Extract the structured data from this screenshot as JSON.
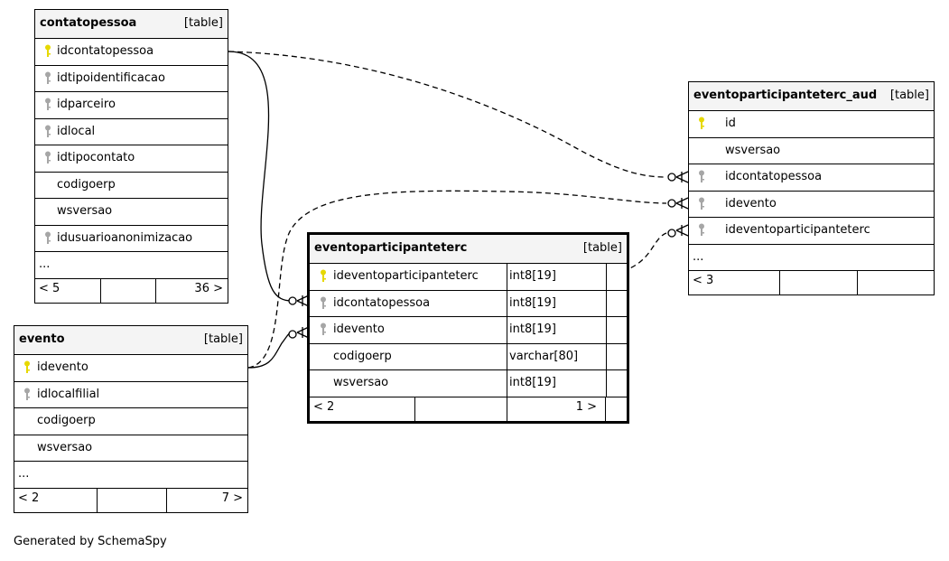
{
  "tables": {
    "contatopessoa": {
      "name": "contatopessoa",
      "kind": "[table]",
      "columns": [
        {
          "name": "idcontatopessoa",
          "key": "primary"
        },
        {
          "name": "idtipoidentificacao",
          "key": "foreign"
        },
        {
          "name": "idparceiro",
          "key": "foreign"
        },
        {
          "name": "idlocal",
          "key": "foreign"
        },
        {
          "name": "idtipocontato",
          "key": "foreign"
        },
        {
          "name": "codigoerp",
          "key": "none"
        },
        {
          "name": "wsversao",
          "key": "none"
        },
        {
          "name": "idusuarioanonimizacao",
          "key": "foreign"
        }
      ],
      "more": "...",
      "footer_left": "< 5",
      "footer_right": "36 >"
    },
    "evento": {
      "name": "evento",
      "kind": "[table]",
      "columns": [
        {
          "name": "idevento",
          "key": "primary"
        },
        {
          "name": "idlocalfilial",
          "key": "foreign"
        },
        {
          "name": "codigoerp",
          "key": "none"
        },
        {
          "name": "wsversao",
          "key": "none"
        }
      ],
      "more": "...",
      "footer_left": "< 2",
      "footer_right": "7 >"
    },
    "eventoparticipanteterc": {
      "name": "eventoparticipanteterc",
      "kind": "[table]",
      "columns": [
        {
          "name": "ideventoparticipanteterc",
          "key": "primary",
          "type": "int8[19]"
        },
        {
          "name": "idcontatopessoa",
          "key": "foreign",
          "type": "int8[19]"
        },
        {
          "name": "idevento",
          "key": "foreign",
          "type": "int8[19]"
        },
        {
          "name": "codigoerp",
          "key": "none",
          "type": "varchar[80]"
        },
        {
          "name": "wsversao",
          "key": "none",
          "type": "int8[19]"
        }
      ],
      "footer_left": "< 2",
      "footer_right": "1 >"
    },
    "eventoparticipanteterc_aud": {
      "name": "eventoparticipanteterc_aud",
      "kind": "[table]",
      "columns": [
        {
          "name": "id",
          "key": "primary"
        },
        {
          "name": "wsversao",
          "key": "none"
        },
        {
          "name": "idcontatopessoa",
          "key": "foreign"
        },
        {
          "name": "idevento",
          "key": "foreign"
        },
        {
          "name": "ideventoparticipanteterc",
          "key": "foreign"
        }
      ],
      "more": "...",
      "footer_left": "< 3",
      "footer_right": ""
    }
  },
  "colors": {
    "primary_key": "#e6d800",
    "foreign_key": "#a6a6a6",
    "header_bg": "#f4f4f4",
    "line": "#000000"
  },
  "credit": "Generated by SchemaSpy"
}
